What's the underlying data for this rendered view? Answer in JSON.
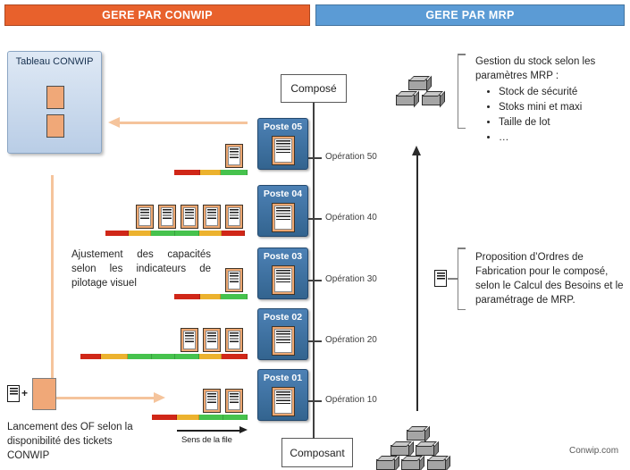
{
  "headers": {
    "conwip": "GERE PAR CONWIP",
    "mrp": "GERE PAR MRP"
  },
  "tableau": {
    "title": "Tableau CONWIP",
    "ticket_slots": 2
  },
  "boxes": {
    "compose": "Composé",
    "composant": "Composant"
  },
  "postes": [
    {
      "label": "Poste 05",
      "operation": "Opération 50",
      "tickets": 1,
      "bar": [
        {
          "color": "red",
          "w": 29
        },
        {
          "color": "yellow",
          "w": 23
        },
        {
          "color": "green",
          "w": 30
        }
      ]
    },
    {
      "label": "Poste 04",
      "operation": "Opération 40",
      "tickets": 5,
      "bar": [
        {
          "color": "red",
          "w": 26
        },
        {
          "color": "yellow",
          "w": 25
        },
        {
          "color": "green",
          "w": 27
        },
        {
          "color": "green",
          "w": 27
        },
        {
          "color": "yellow",
          "w": 25
        },
        {
          "color": "red",
          "w": 26
        }
      ]
    },
    {
      "label": "Poste 03",
      "operation": "Opération 30",
      "tickets": 1,
      "bar": [
        {
          "color": "red",
          "w": 29
        },
        {
          "color": "yellow",
          "w": 23
        },
        {
          "color": "green",
          "w": 30
        }
      ]
    },
    {
      "label": "Poste 02",
      "operation": "Opération 20",
      "tickets": 3,
      "bar": [
        {
          "color": "red",
          "w": 23
        },
        {
          "color": "yellow",
          "w": 30
        },
        {
          "color": "green",
          "w": 27
        },
        {
          "color": "green",
          "w": 26
        },
        {
          "color": "green",
          "w": 27
        },
        {
          "color": "yellow",
          "w": 25
        },
        {
          "color": "red",
          "w": 29
        }
      ]
    },
    {
      "label": "Poste 01",
      "operation": "Opération 10",
      "tickets": 2,
      "bar": [
        {
          "color": "red",
          "w": 28
        },
        {
          "color": "yellow",
          "w": 25
        },
        {
          "color": "green",
          "w": 27
        },
        {
          "color": "green",
          "w": 27
        }
      ]
    }
  ],
  "annotations": {
    "ajustement": "Ajustement des capacités selon les indicateurs de pilotage visuel",
    "lancement": "Lancement des OF selon la disponibilité des tickets CONWIP",
    "sens_file": "Sens de la file",
    "gestion_title": "Gestion du stock selon les paramètres MRP :",
    "gestion_bullets": [
      "Stock de sécurité",
      "Stoks mini et maxi",
      "Taille de lot",
      "…"
    ],
    "proposition": "Proposition d’Ordres de Fabrication pour le composé, selon le Calcul des Besoins et le paramétrage de MRP.",
    "plus_sign": "+",
    "footer": "Conwip.com"
  },
  "stock_stacks": {
    "top_count": 3,
    "bottom_count": 6
  },
  "colors": {
    "conwip_orange": "#E8612C",
    "mrp_blue": "#5B9BD5",
    "poste_blue": "#3A6EA5",
    "bar_red": "#D02718",
    "bar_yellow": "#ECB22E",
    "bar_green": "#46C24D",
    "ticket_tan": "#EDA771",
    "arrow_orange": "#F5C49C"
  }
}
